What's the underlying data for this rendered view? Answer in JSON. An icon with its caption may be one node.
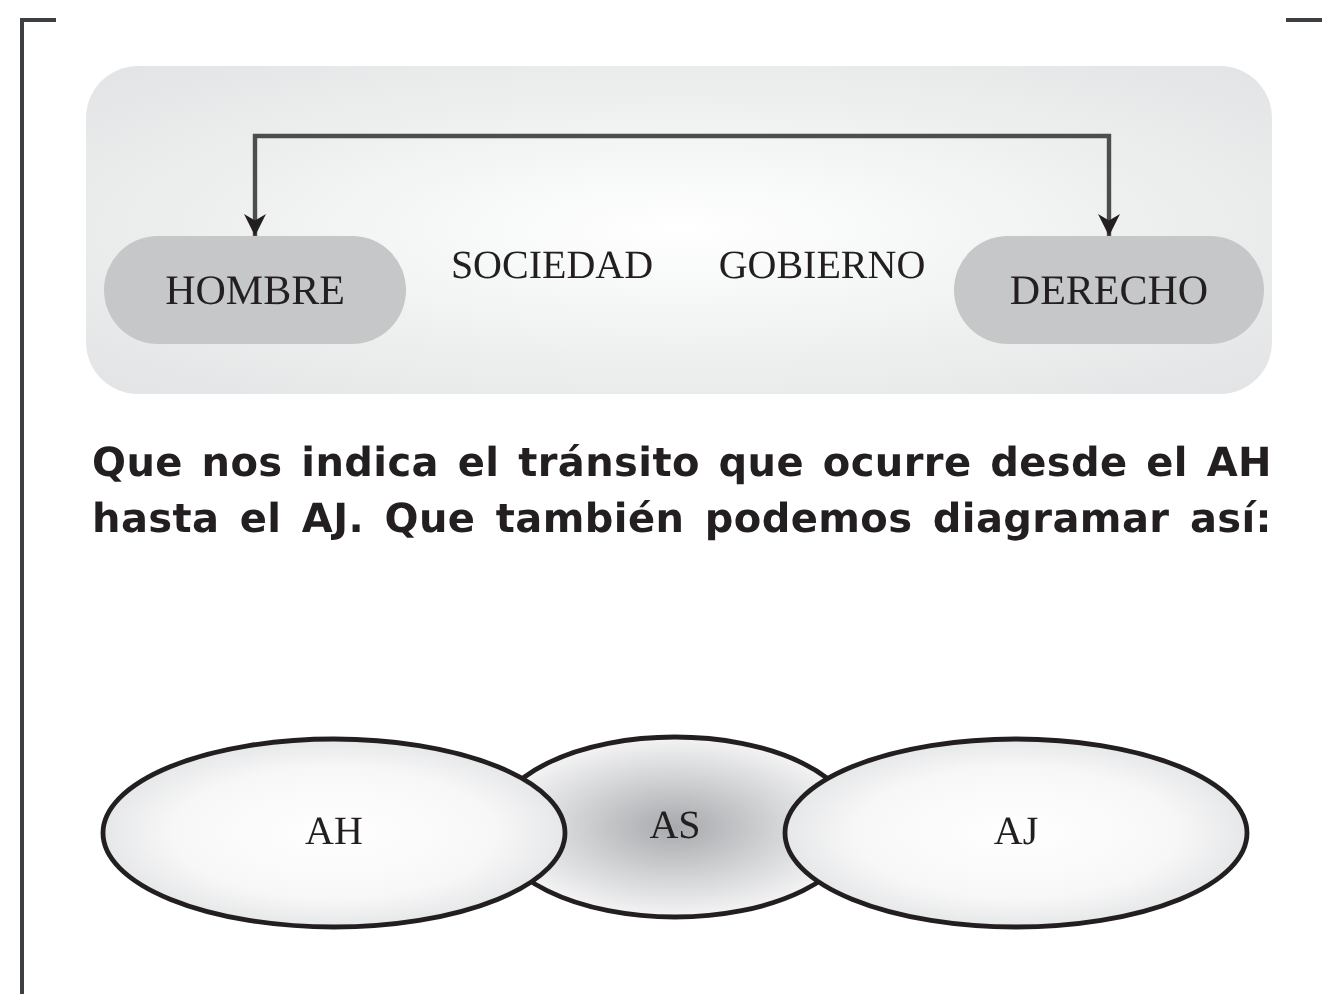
{
  "diagram": {
    "nodes": [
      {
        "text": [],
        "shape": "box"
      },
      {
        "text": [
          "HOMBRE"
        ],
        "in": 0
      },
      {
        "text": [
          "DERECHO"
        ],
        "in": 0
      },
      {
        "text": [
          "AH"
        ]
      },
      {
        "text": [
          "AS"
        ]
      },
      {
        "text": [
          "AJ"
        ]
      }
    ],
    "edges": [
      {
        "from": 1,
        "to": 2,
        "arrow": "both"
      }
    ],
    "labels": [
      "SOCIEDAD",
      "GOBIERNO",
      "Que nos indica el tránsito que ocurre desde el AH hasta el AJ. Que también podemos diagramar así:"
    ]
  }
}
